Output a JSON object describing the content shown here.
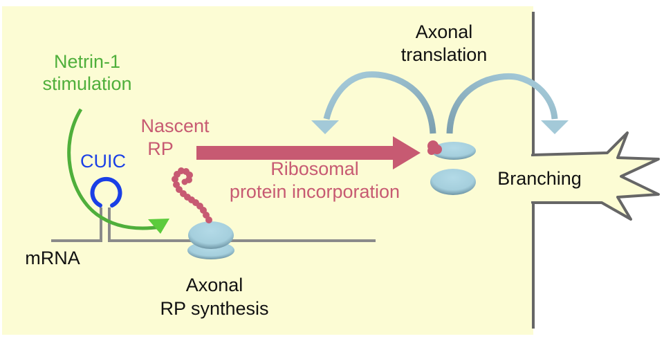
{
  "labels": {
    "netrin": [
      "Netrin-1",
      "stimulation"
    ],
    "cuic": "CUIC",
    "mrna": "mRNA",
    "nascent_rp": [
      "Nascent",
      "RP"
    ],
    "ribosomal_incorporation": [
      "Ribosomal",
      "protein incorporation"
    ],
    "axonal_rp_synthesis": [
      "Axonal",
      "RP synthesis"
    ],
    "axonal_translation": [
      "Axonal",
      "translation"
    ],
    "branching": "Branching"
  },
  "colors": {
    "axon_fill": "#FCFCD4",
    "axon_outline": "#666666",
    "green": "#4FAF3B",
    "arrow_green": "#5CCB3C",
    "blue_cuic": "#1A3FE6",
    "rose": "#C75A72",
    "ribosome": "#A9D3E1",
    "ribosome_shade": "#6F98A8",
    "translation_arrow": "#9FC6D6",
    "text_dark": "#111111"
  }
}
